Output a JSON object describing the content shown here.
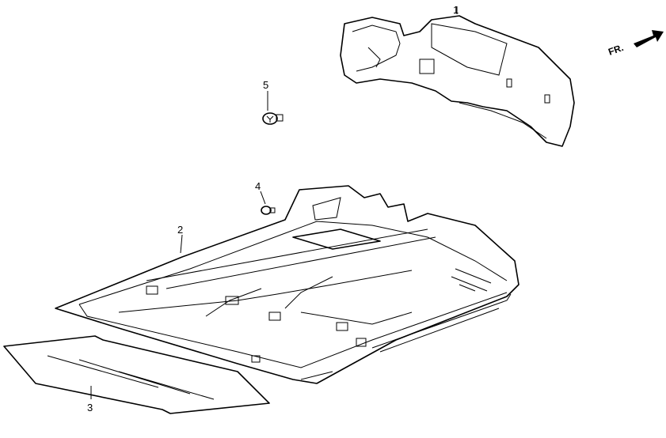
{
  "diagram": {
    "direction_label": "FR.",
    "callouts": [
      {
        "number": "1",
        "part": "rear-trim-panel"
      },
      {
        "number": "2",
        "part": "floor-carpet"
      },
      {
        "number": "3",
        "part": "floor-mat-sheet"
      },
      {
        "number": "4",
        "part": "clip"
      },
      {
        "number": "5",
        "part": "clip"
      }
    ]
  }
}
